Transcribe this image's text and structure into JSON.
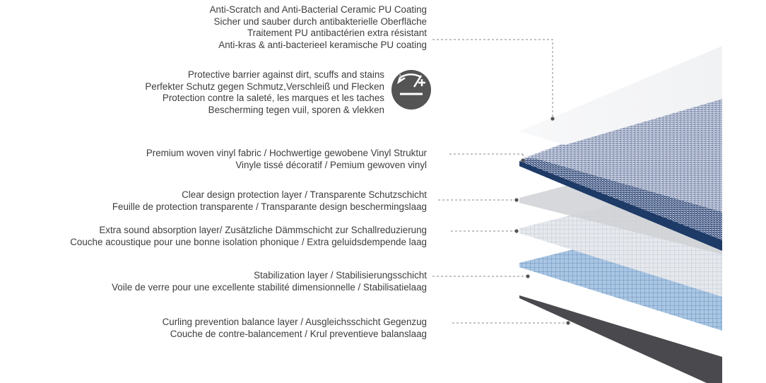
{
  "layers": [
    {
      "id": "coating",
      "lines": [
        "Anti-Scratch and Anti-Bacterial Ceramic PU Coating",
        "Sicher und sauber durch antibakterielle Oberfläche",
        "Traitement PU antibactérien extra résistant",
        "Anti-kras & anti-bacterieel keramische PU coating"
      ]
    },
    {
      "id": "protection",
      "lines": [
        "Protective barrier against dirt, scuffs and stains",
        "Perfekter Schutz gegen Schmutz,Verschleiß und Flecken",
        "Protection contre la saleté, les marques et les taches",
        "Bescherming tegen vuil, sporen & vlekken"
      ]
    },
    {
      "id": "woven",
      "lines": [
        "Premium woven vinyl fabric / Hochwertige gewobene Vinyl Struktur",
        "Vinyle tissé décoratif / Pemium gewoven vinyl"
      ]
    },
    {
      "id": "clear",
      "lines": [
        "Clear design protection layer / Transparente Schutzschicht",
        "Feuille de protection transparente / Transparante design beschermingslaag"
      ]
    },
    {
      "id": "sound",
      "lines": [
        "Extra sound absorption layer/ Zusätzliche Dämmschicht zur Schallreduzierung",
        "Couche acoustique pour une bonne isolation phonique / Extra geluidsdempende laag"
      ]
    },
    {
      "id": "stabilization",
      "lines": [
        "Stabilization layer / Stabilisierungsschicht",
        "Voile de verre pour une excellente stabilité dimensionnelle / Stabilisatielaag"
      ]
    },
    {
      "id": "curling",
      "lines": [
        "Curling prevention balance layer / Ausgleichsschicht Gegenzug",
        "Couche de contre-balancement / Krul preventieve balanslaag"
      ]
    }
  ],
  "icon": {
    "name": "shield-protection-icon",
    "color": "#545454"
  },
  "colors": {
    "text": "#3d3d3d",
    "leader": "#888888",
    "fabric_dark": "#1e3a66",
    "fabric_light": "#c5cad8",
    "base": "#4a4a4e"
  }
}
